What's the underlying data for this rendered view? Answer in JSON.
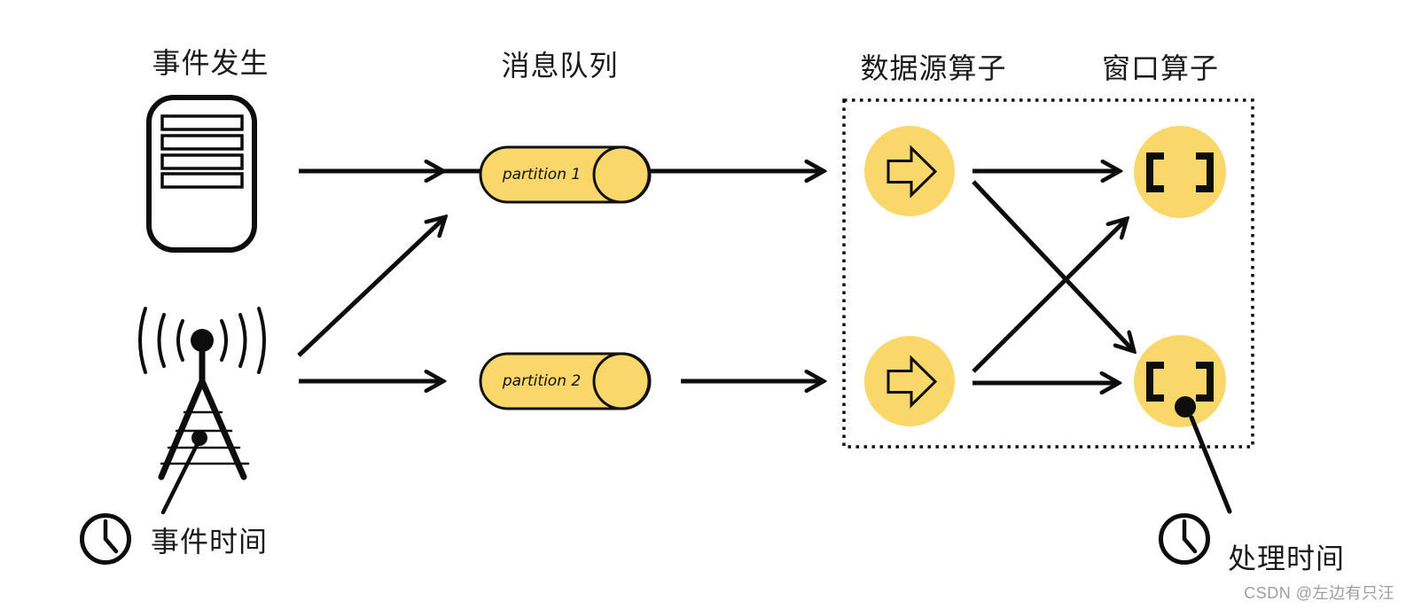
{
  "labels": {
    "event_source": "事件发生",
    "message_queue": "消息队列",
    "source_operator": "数据源算子",
    "window_operator": "窗口算子",
    "event_time": "事件时间",
    "processing_time": "处理时间"
  },
  "partitions": [
    {
      "label": "partition 1"
    },
    {
      "label": "partition 2"
    }
  ],
  "watermark": "CSDN @左边有只汪",
  "colors": {
    "node_fill": "#F9D76A",
    "line_stroke": "#0D0D0D",
    "label_text": "#1A1A1A",
    "watermark_text": "#9E9E9E",
    "background": "#FFFFFF"
  },
  "icons": {
    "event_source_1": "server-icon",
    "event_source_2": "radio-tower-icon",
    "event_time": "clock-icon",
    "processing_time": "clock-icon",
    "source_operator": "block-arrow-icon",
    "window_operator": "window-brackets-icon"
  }
}
